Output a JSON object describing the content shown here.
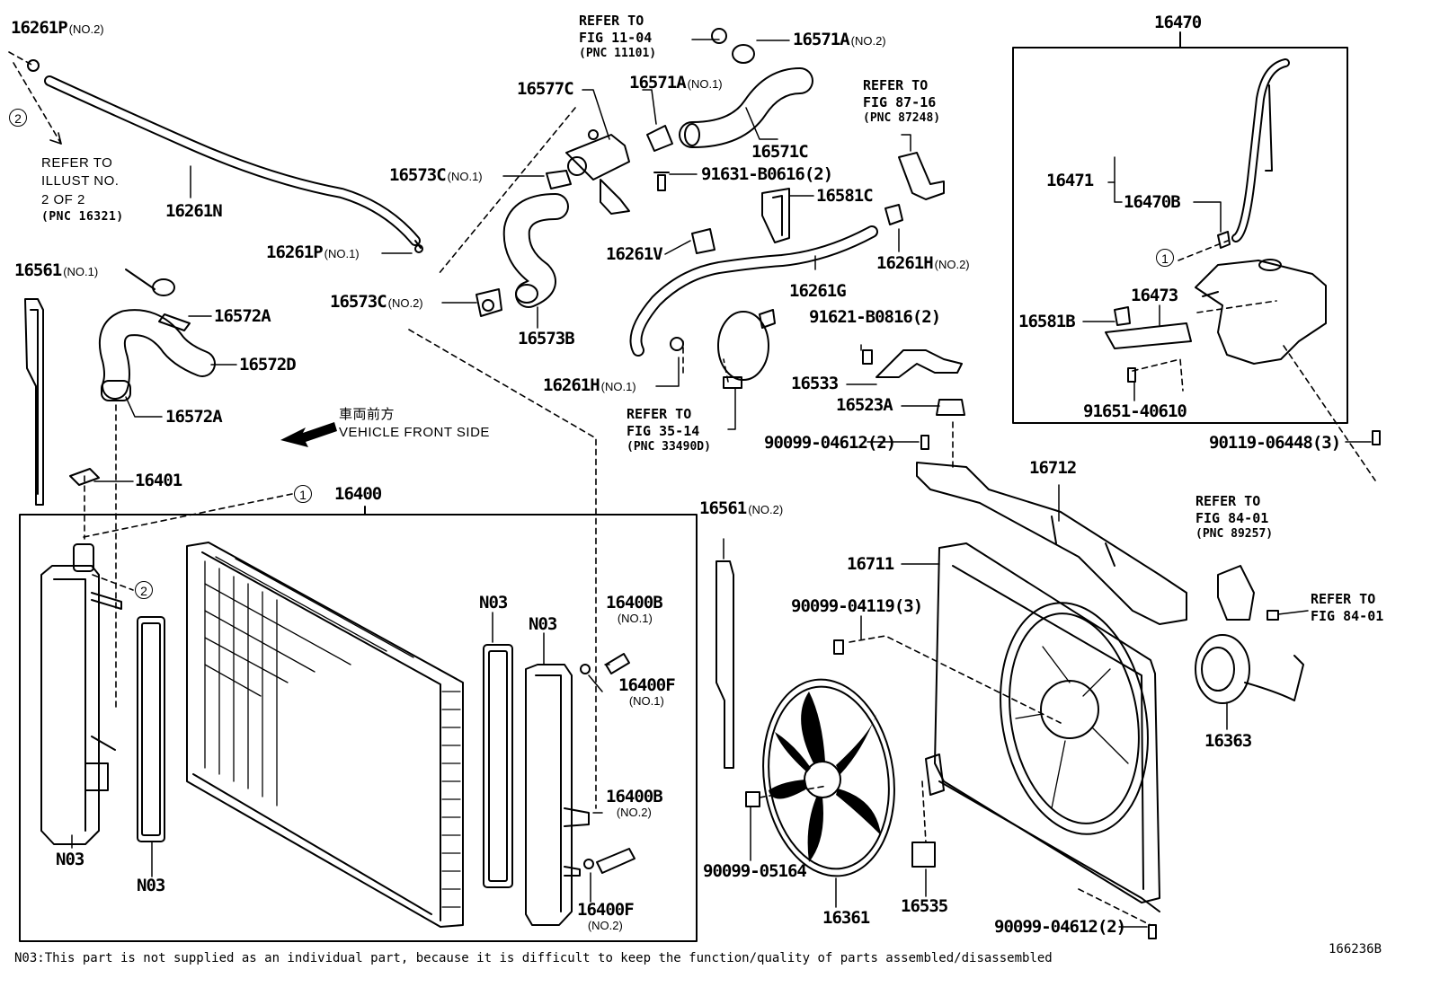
{
  "labels": {
    "p16261P_no2": {
      "pn": "16261P",
      "sub": "(NO.2)"
    },
    "p16261N": {
      "pn": "16261N"
    },
    "p16261P_no1": {
      "pn": "16261P",
      "sub": "(NO.1)"
    },
    "p16561_no1": {
      "pn": "16561",
      "sub": "(NO.1)"
    },
    "p16572A_top": {
      "pn": "16572A"
    },
    "p16572D": {
      "pn": "16572D"
    },
    "p16572A_bot": {
      "pn": "16572A"
    },
    "p16401": {
      "pn": "16401"
    },
    "p16400": {
      "pn": "16400"
    },
    "p16577C": {
      "pn": "16577C"
    },
    "p16571A_no2": {
      "pn": "16571A",
      "sub": "(NO.2)"
    },
    "p16571A_no1": {
      "pn": "16571A",
      "sub": "(NO.1)"
    },
    "p16571C": {
      "pn": "16571C"
    },
    "p16573C_no1": {
      "pn": "16573C",
      "sub": "(NO.1)"
    },
    "p91631": {
      "pn": "91631-B0616(2)"
    },
    "p16581C": {
      "pn": "16581C"
    },
    "p16261V": {
      "pn": "16261V"
    },
    "p16261H_no2": {
      "pn": "16261H",
      "sub": "(NO.2)"
    },
    "p16261G": {
      "pn": "16261G"
    },
    "p16573C_no2": {
      "pn": "16573C",
      "sub": "(NO.2)"
    },
    "p16573B": {
      "pn": "16573B"
    },
    "p91621": {
      "pn": "91621-B0816(2)"
    },
    "p16261H_no1": {
      "pn": "16261H",
      "sub": "(NO.1)"
    },
    "p16533": {
      "pn": "16533"
    },
    "p16523A": {
      "pn": "16523A"
    },
    "p90099_04612_top": {
      "pn": "90099-04612(2)"
    },
    "p16470": {
      "pn": "16470"
    },
    "p16471": {
      "pn": "16471"
    },
    "p16470B": {
      "pn": "16470B"
    },
    "p16473": {
      "pn": "16473"
    },
    "p16581B": {
      "pn": "16581B"
    },
    "p91651": {
      "pn": "91651-40610"
    },
    "p90119": {
      "pn": "90119-06448(3)"
    },
    "p16712": {
      "pn": "16712"
    },
    "p16711": {
      "pn": "16711"
    },
    "p90099_04119": {
      "pn": "90099-04119(3)"
    },
    "p16561_no2": {
      "pn": "16561",
      "sub": "(NO.2)"
    },
    "p16400B_no1": {
      "pn": "16400B",
      "sub": "(NO.1)"
    },
    "p16400F_no1": {
      "pn": "16400F",
      "sub": "(NO.1)"
    },
    "p16400B_no2": {
      "pn": "16400B",
      "sub": "(NO.2)"
    },
    "p16400F_no2": {
      "pn": "16400F",
      "sub": "(NO.2)"
    },
    "pN03_a": {
      "pn": "N03"
    },
    "pN03_b": {
      "pn": "N03"
    },
    "pN03_c": {
      "pn": "N03"
    },
    "pN03_d": {
      "pn": "N03"
    },
    "p90099_05164": {
      "pn": "90099-05164"
    },
    "p16361": {
      "pn": "16361"
    },
    "p16535": {
      "pn": "16535"
    },
    "p90099_04612_bot": {
      "pn": "90099-04612(2)"
    },
    "p16363": {
      "pn": "16363"
    }
  },
  "refs": {
    "fig1104": {
      "l1": "REFER TO",
      "l2": "FIG 11-04",
      "l3": "(PNC 11101)"
    },
    "fig8716": {
      "l1": "REFER TO",
      "l2": "FIG 87-16",
      "l3": "(PNC 87248)"
    },
    "fig3514": {
      "l1": "REFER TO",
      "l2": "FIG 35-14",
      "l3": "(PNC 33490D)"
    },
    "fig8401a": {
      "l1": "REFER TO",
      "l2": "FIG 84-01",
      "l3": "(PNC 89257)"
    },
    "fig8401b": {
      "l1": "REFER TO",
      "l2": "FIG 84-01"
    }
  },
  "illust_ref": {
    "l1": "REFER TO",
    "l2": "ILLUST NO.",
    "l3": "2 OF 2",
    "l4": "(PNC 16321)"
  },
  "direction": {
    "jp": "車両前方",
    "en": "VEHICLE FRONT SIDE"
  },
  "markers": {
    "one": "1",
    "two": "2"
  },
  "footnote": "N03:This part is not supplied as an individual part, because it is difficult to keep the function/quality of parts assembled/disassembled",
  "figure_id": "166236B"
}
